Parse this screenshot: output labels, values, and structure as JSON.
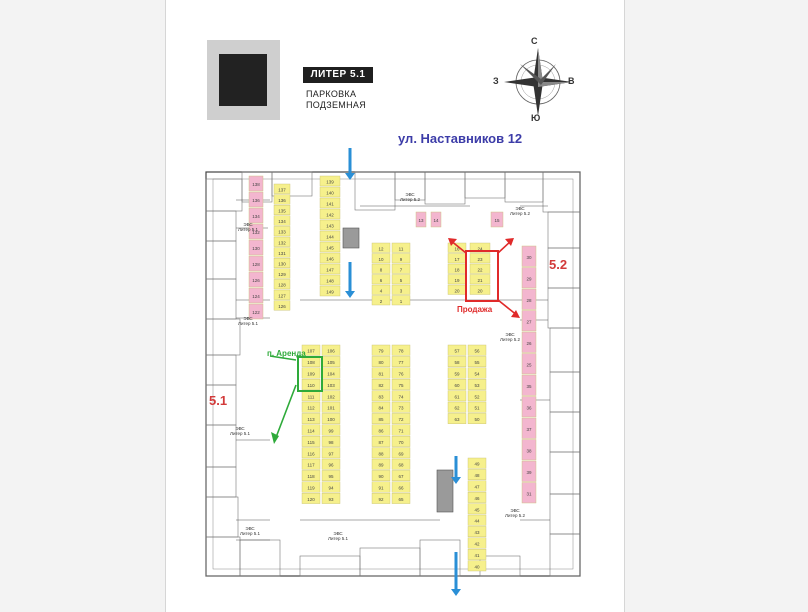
{
  "header": {
    "liter": "ЛИТЕР 5.1",
    "line1": "ПАРКОВКА",
    "line2": "ПОДЗЕМНАЯ",
    "street": "ул. Наставников 12"
  },
  "compass": {
    "n": "С",
    "s": "Ю",
    "w": "З",
    "e": "В"
  },
  "annotations": {
    "left_building": "5.1",
    "right_building": "5.2",
    "rent": "п. Аренда",
    "sale": "Продажа"
  },
  "colors": {
    "yellow_spot": "#f6f08c",
    "pink_spot": "#f3b6cf",
    "entry_arrow": "#2a8fd6",
    "rent_marker": "#2eaa3a",
    "sale_marker": "#e02a2a",
    "building_label": "#d23a3a",
    "street_text": "#3c3ca8"
  },
  "spots": {
    "left_pink": [
      "138",
      "136",
      "134",
      "132",
      "130",
      "128",
      "126",
      "124",
      "122"
    ],
    "left_col1": [
      "137",
      "136",
      "135",
      "134",
      "133",
      "132",
      "131",
      "130",
      "129",
      "128",
      "127",
      "126"
    ],
    "col_upper": [
      "139",
      "140",
      "141",
      "142",
      "143",
      "144",
      "145",
      "146",
      "147",
      "148",
      "149"
    ],
    "mid_a": [
      "12",
      "10",
      "8",
      "6",
      "4",
      "2"
    ],
    "mid_b": [
      "11",
      "9",
      "7",
      "5",
      "3",
      "1"
    ],
    "upper_right_a": [
      "16",
      "17",
      "18",
      "19",
      "20"
    ],
    "upper_right_b": [
      "24",
      "23",
      "22",
      "21",
      "20"
    ],
    "lower_a": [
      "107",
      "108",
      "109",
      "110",
      "111",
      "112",
      "113",
      "114",
      "115",
      "116",
      "117",
      "118",
      "119",
      "120"
    ],
    "lower_b": [
      "106",
      "105",
      "104",
      "103",
      "102",
      "101",
      "100",
      "99",
      "98",
      "97",
      "96",
      "95",
      "94",
      "93"
    ],
    "lower_c": [
      "79",
      "80",
      "81",
      "82",
      "83",
      "84",
      "85",
      "86",
      "87",
      "88",
      "89",
      "90",
      "91",
      "92"
    ],
    "lower_d": [
      "78",
      "77",
      "76",
      "75",
      "74",
      "73",
      "72",
      "71",
      "70",
      "69",
      "68",
      "67",
      "66",
      "65"
    ],
    "lower_e": [
      "57",
      "58",
      "59",
      "60",
      "61",
      "62",
      "63"
    ],
    "lower_f": [
      "56",
      "55",
      "54",
      "53",
      "52",
      "51",
      "50"
    ],
    "right_lower": [
      "49",
      "48",
      "47",
      "46",
      "45",
      "44",
      "43",
      "42",
      "41",
      "40"
    ],
    "right_pink": [
      "30",
      "29",
      "28",
      "27",
      "26",
      "25",
      "35",
      "36",
      "37",
      "38",
      "39",
      "31"
    ],
    "top_pink": [
      "13",
      "14",
      "15"
    ]
  },
  "stairs": [
    {
      "l1": "ЭВС",
      "l2": "Литер 5.1"
    },
    {
      "l1": "ЭВС",
      "l2": "Литер 5.1"
    },
    {
      "l1": "ЭВС",
      "l2": "Литер 5.2"
    },
    {
      "l1": "ЭВС",
      "l2": "Литер 5.2"
    },
    {
      "l1": "ЭВС",
      "l2": "Литер 5.1"
    },
    {
      "l1": "ЭВС",
      "l2": "Литер 5.2"
    },
    {
      "l1": "ЭВС",
      "l2": "Литер 5.1"
    },
    {
      "l1": "ЭВС",
      "l2": "Литер 5.2"
    },
    {
      "l1": "ЭВС",
      "l2": "Литер 5.1"
    }
  ]
}
